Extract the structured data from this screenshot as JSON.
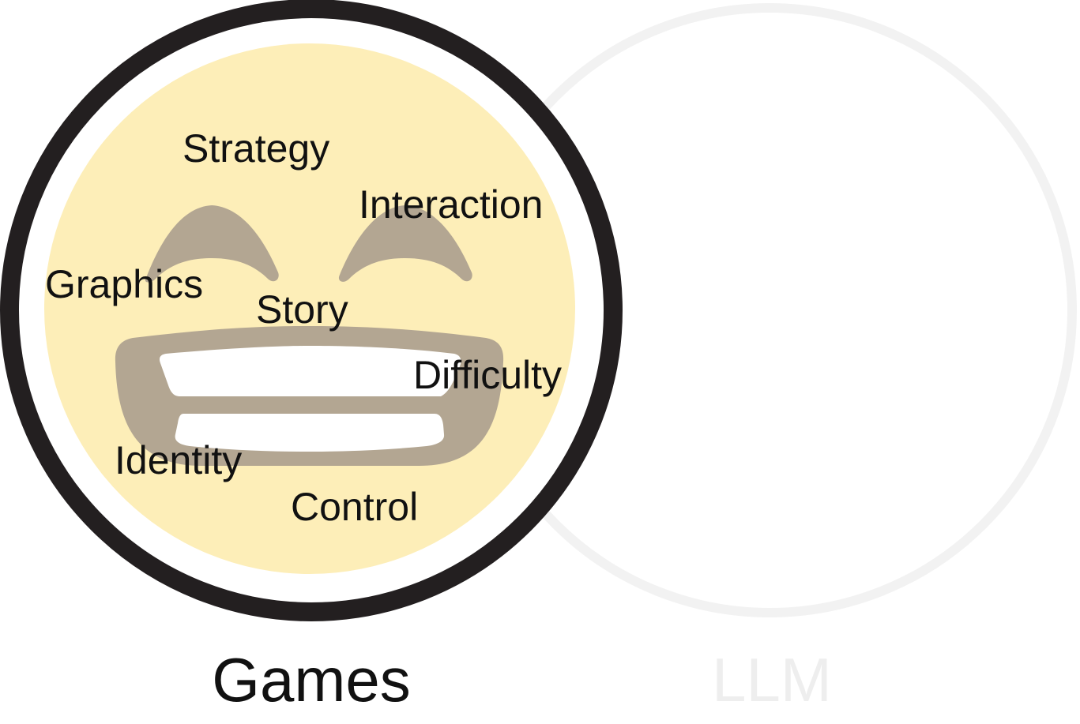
{
  "sets": {
    "games": {
      "title": "Games",
      "title_color": "#111111"
    },
    "llm": {
      "title": "LLM",
      "title_color": "#eeeeee"
    }
  },
  "games_items": {
    "strategy": "Strategy",
    "interaction": "Interaction",
    "graphics": "Graphics",
    "story": "Story",
    "difficulty": "Difficulty",
    "identity": "Identity",
    "control": "Control"
  },
  "icon": "grinning-face-icon",
  "colors": {
    "games_ring": "#231f20",
    "games_fill": "#fdeeb8",
    "face_features": "#b3a692",
    "teeth": "#ffffff",
    "llm_ring": "#f2f2f2"
  }
}
